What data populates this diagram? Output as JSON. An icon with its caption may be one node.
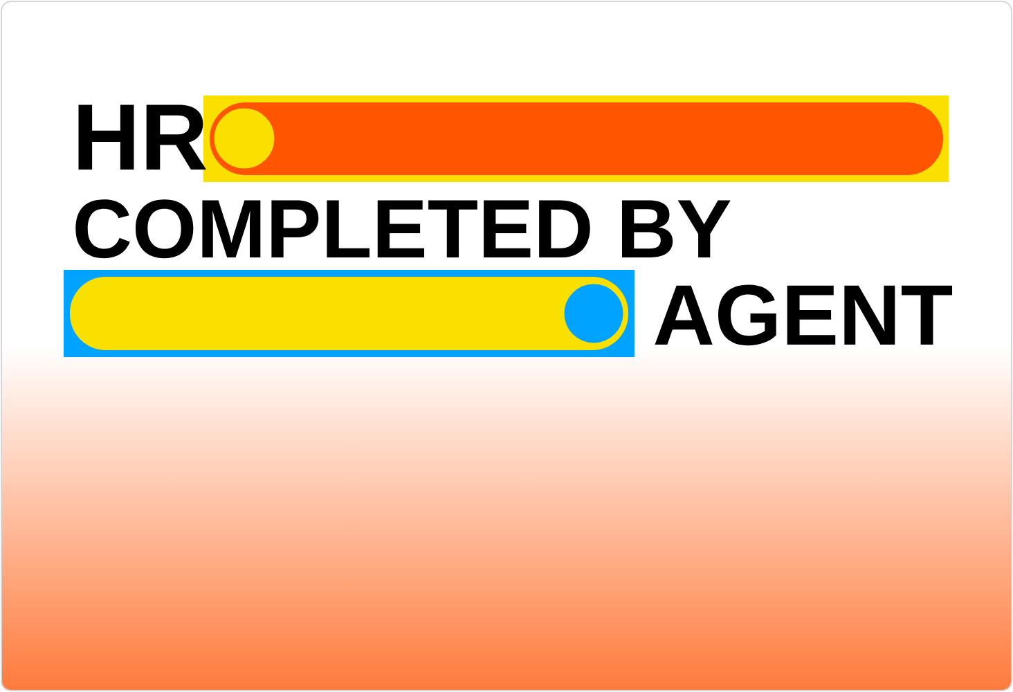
{
  "diagram": {
    "labels": [
      "HR",
      "COMPLETED BY",
      "AGENT"
    ]
  }
}
